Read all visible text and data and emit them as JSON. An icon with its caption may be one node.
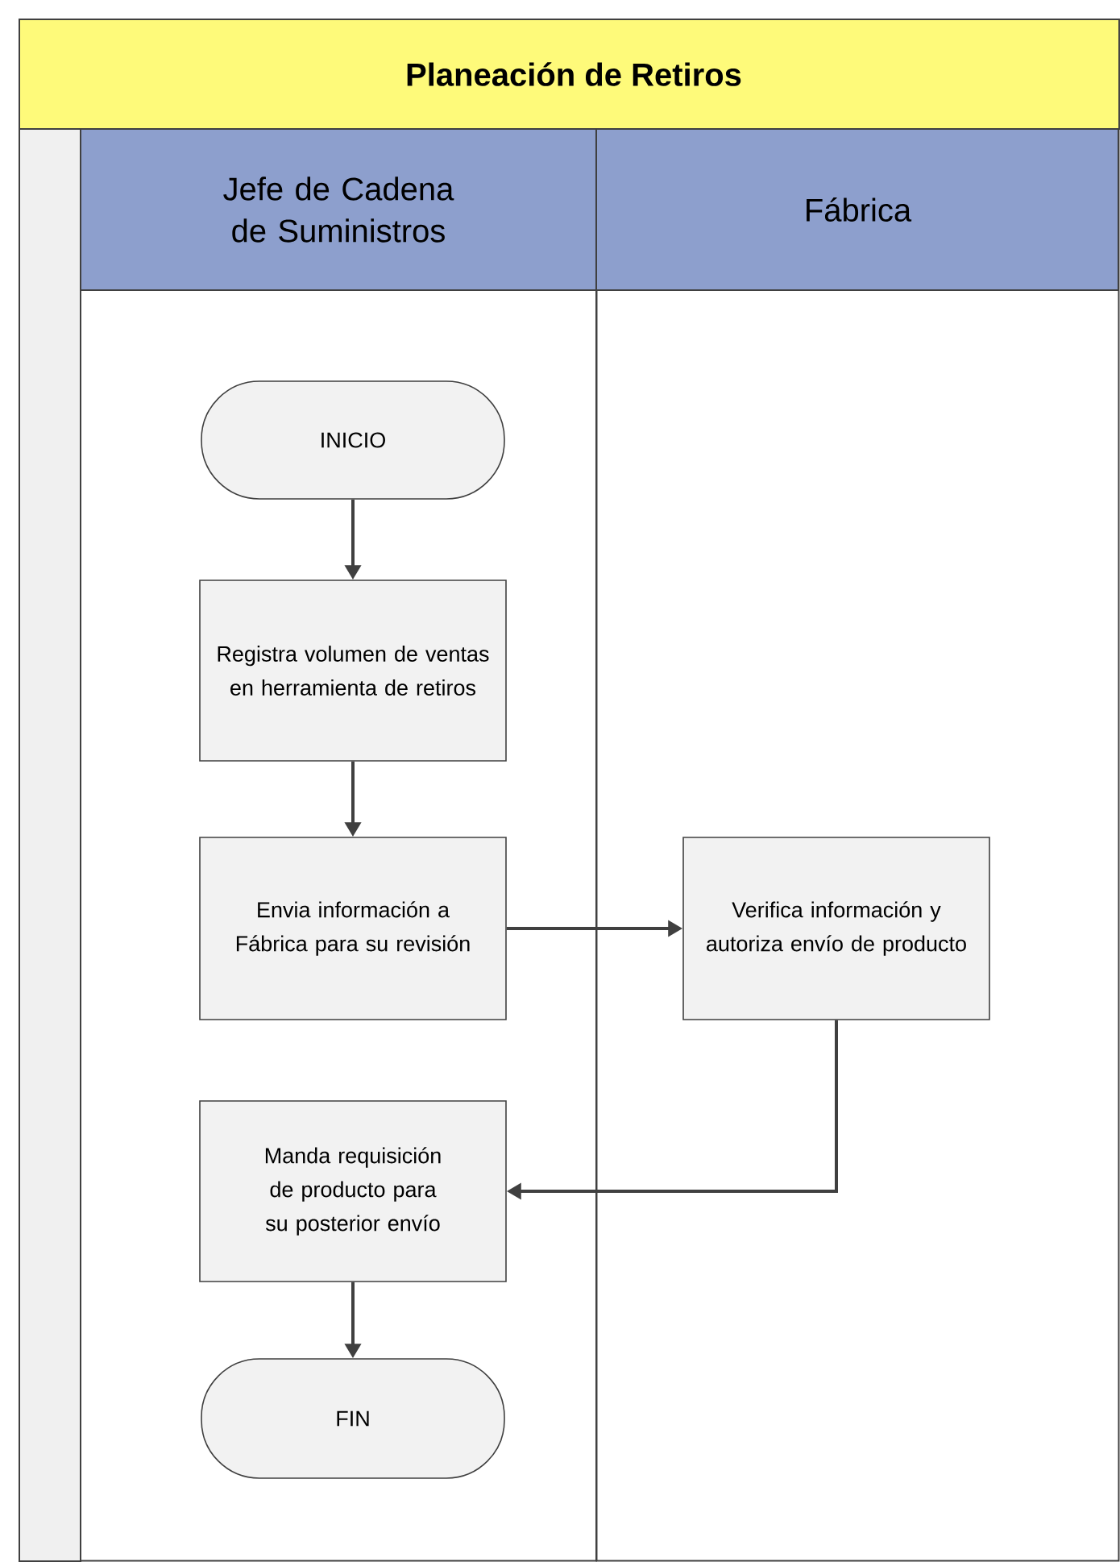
{
  "diagram": {
    "title": "Planeación de Retiros",
    "nodes": [
      {
        "text": [
          "Jefe de Cadena de Suministros"
        ]
      },
      {
        "text": [
          "Fábrica"
        ]
      },
      {
        "text": [
          "INICIO"
        ],
        "in": 0
      },
      {
        "text": [
          "Registra volumen de ventas en herramienta de retiros"
        ],
        "in": 0
      },
      {
        "text": [
          "Envia información a Fábrica para su revisión"
        ],
        "in": 0
      },
      {
        "text": [
          "Verifica información y autoriza envío de producto"
        ],
        "in": 1
      },
      {
        "text": [
          "Manda requisición de producto para su posterior envío"
        ],
        "in": 0
      },
      {
        "text": [
          "FIN"
        ],
        "in": 0
      }
    ],
    "edges": [
      {
        "from": 2,
        "to": 3,
        "arrow": "to"
      },
      {
        "from": 3,
        "to": 4,
        "arrow": "to"
      },
      {
        "from": 4,
        "to": 5,
        "arrow": "to"
      },
      {
        "from": 5,
        "to": 6,
        "arrow": "to"
      },
      {
        "from": 6,
        "to": 7,
        "arrow": "to"
      }
    ]
  }
}
